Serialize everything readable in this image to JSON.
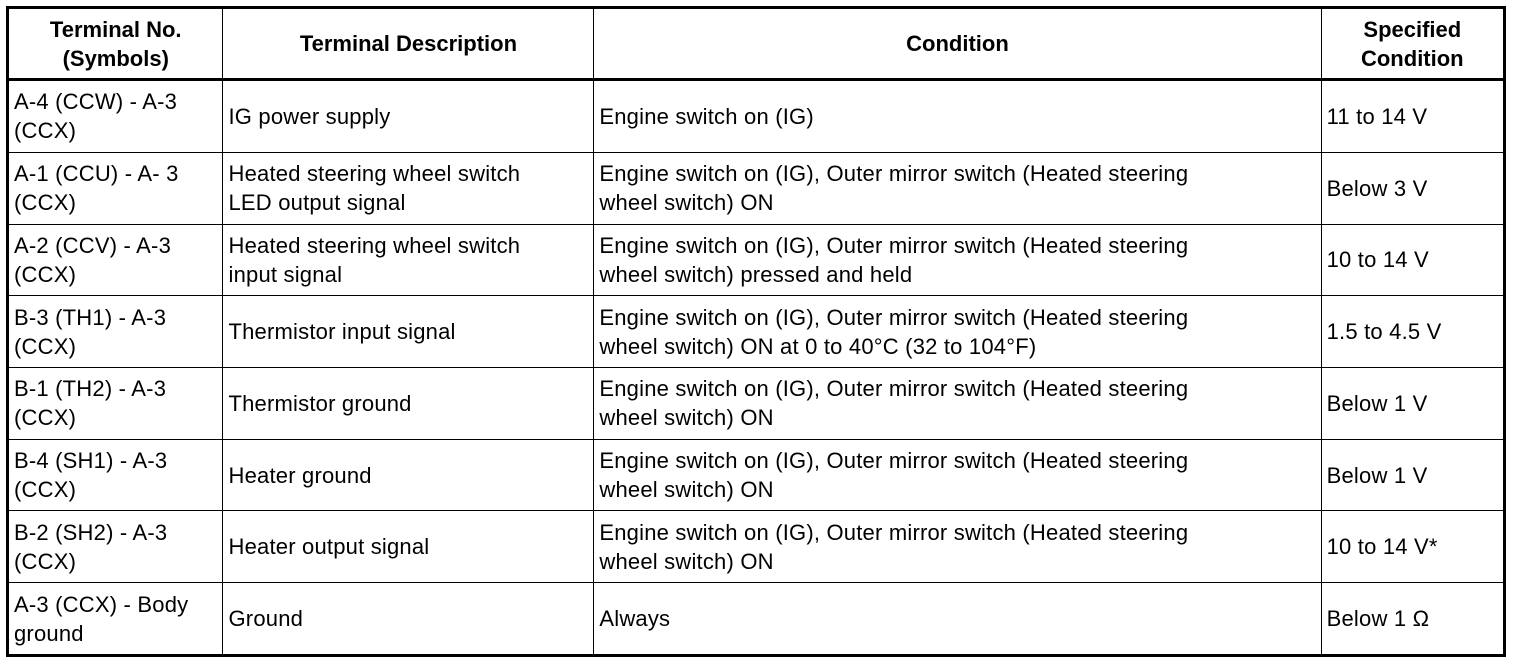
{
  "table": {
    "headers": [
      "Terminal No.\n(Symbols)",
      "Terminal Description",
      "Condition",
      "Specified\nCondition"
    ],
    "rows": [
      {
        "terminal": "A-4 (CCW) - A-3\n(CCX)",
        "description": "IG power supply",
        "condition": "Engine switch on (IG)",
        "specified": "11 to 14 V"
      },
      {
        "terminal": "A-1 (CCU) - A- 3\n(CCX)",
        "description": "Heated steering wheel switch\nLED output signal",
        "condition": "Engine switch on (IG), Outer mirror switch (Heated steering\nwheel switch) ON",
        "specified": "Below 3 V"
      },
      {
        "terminal": "A-2 (CCV) - A-3\n(CCX)",
        "description": "Heated steering wheel switch\ninput signal",
        "condition": "Engine switch on (IG), Outer mirror switch (Heated steering\nwheel switch) pressed and held",
        "specified": "10 to 14 V"
      },
      {
        "terminal": "B-3 (TH1) - A-3\n(CCX)",
        "description": "Thermistor input signal",
        "condition": "Engine switch on (IG), Outer mirror switch (Heated steering\nwheel switch) ON at 0 to 40°C (32 to 104°F)",
        "specified": "1.5 to 4.5 V"
      },
      {
        "terminal": "B-1 (TH2) - A-3\n(CCX)",
        "description": "Thermistor ground",
        "condition": "Engine switch on (IG), Outer mirror switch (Heated steering\nwheel switch) ON",
        "specified": "Below 1 V"
      },
      {
        "terminal": "B-4 (SH1) - A-3\n(CCX)",
        "description": "Heater ground",
        "condition": "Engine switch on (IG), Outer mirror switch (Heated steering\nwheel switch) ON",
        "specified": "Below 1 V"
      },
      {
        "terminal": "B-2 (SH2) - A-3\n(CCX)",
        "description": "Heater output signal",
        "condition": "Engine switch on (IG), Outer mirror switch (Heated steering\nwheel switch) ON",
        "specified": "10 to 14 V*"
      },
      {
        "terminal": "A-3 (CCX) - Body\nground",
        "description": "Ground",
        "condition": "Always",
        "specified": "Below 1 Ω"
      }
    ]
  }
}
